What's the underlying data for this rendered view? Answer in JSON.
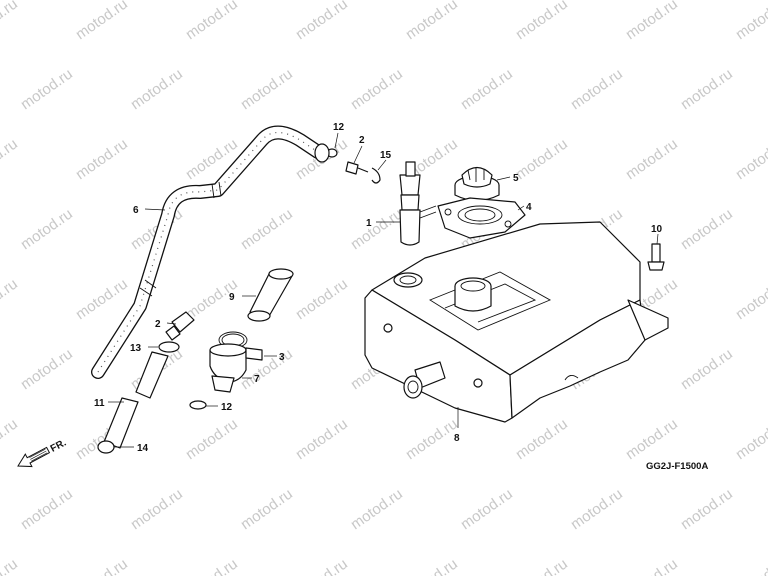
{
  "watermark": "motod.ru",
  "diagram_code": "GG2J-F1500A",
  "front_indicator": "FR.",
  "callouts": {
    "c1": "1",
    "c2a": "2",
    "c2b": "2",
    "c3": "3",
    "c4": "4",
    "c5": "5",
    "c6": "6",
    "c7": "7",
    "c8": "8",
    "c9": "9",
    "c10": "10",
    "c11": "11",
    "c12a": "12",
    "c12b": "12",
    "c13": "13",
    "c14": "14",
    "c15": "15"
  }
}
